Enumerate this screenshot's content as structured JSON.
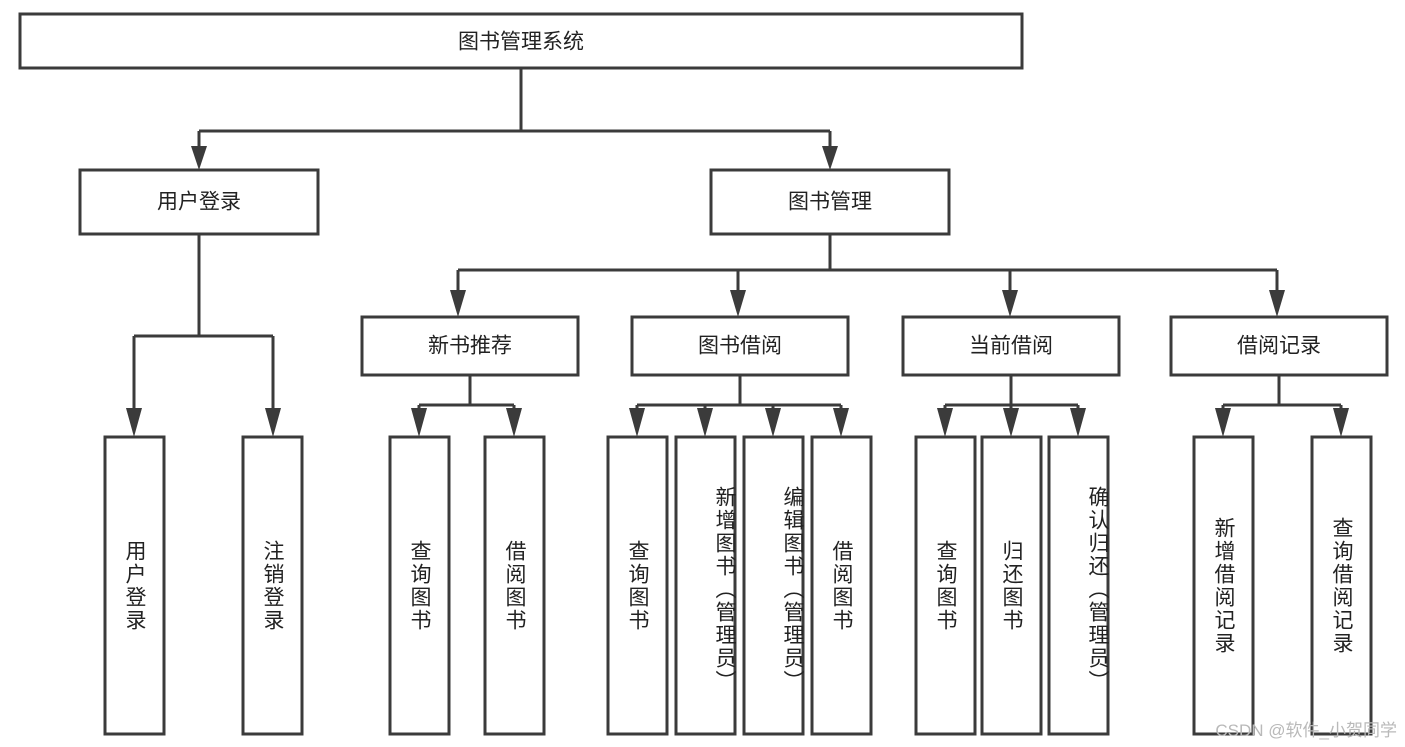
{
  "diagram": {
    "title": "图书管理系统",
    "type": "tree",
    "watermark": "CSDN @软件_小贺同学",
    "root": {
      "label": "图书管理系统"
    },
    "level2": [
      {
        "label": "用户登录"
      },
      {
        "label": "图书管理"
      }
    ],
    "level3": [
      {
        "label": "新书推荐"
      },
      {
        "label": "图书借阅"
      },
      {
        "label": "当前借阅"
      },
      {
        "label": "借阅记录"
      }
    ],
    "leaves": {
      "user_login": [
        {
          "label": "用户登录"
        },
        {
          "label": "注销登录"
        }
      ],
      "new_book_recommend": [
        {
          "label": "查询图书"
        },
        {
          "label": "借阅图书"
        }
      ],
      "book_borrow": [
        {
          "label": "查询图书"
        },
        {
          "label": "新增图书（管理员）"
        },
        {
          "label": "编辑图书（管理员）"
        },
        {
          "label": "借阅图书"
        }
      ],
      "current_borrow": [
        {
          "label": "查询图书"
        },
        {
          "label": "归还图书"
        },
        {
          "label": "确认归还（管理员）"
        }
      ],
      "borrow_record": [
        {
          "label": "新增借阅记录"
        },
        {
          "label": "查询借阅记录"
        }
      ]
    },
    "colors": {
      "stroke": "#3b3b3b",
      "fill": "#ffffff",
      "text": "#222222",
      "watermark": "#b9b9b9"
    }
  }
}
